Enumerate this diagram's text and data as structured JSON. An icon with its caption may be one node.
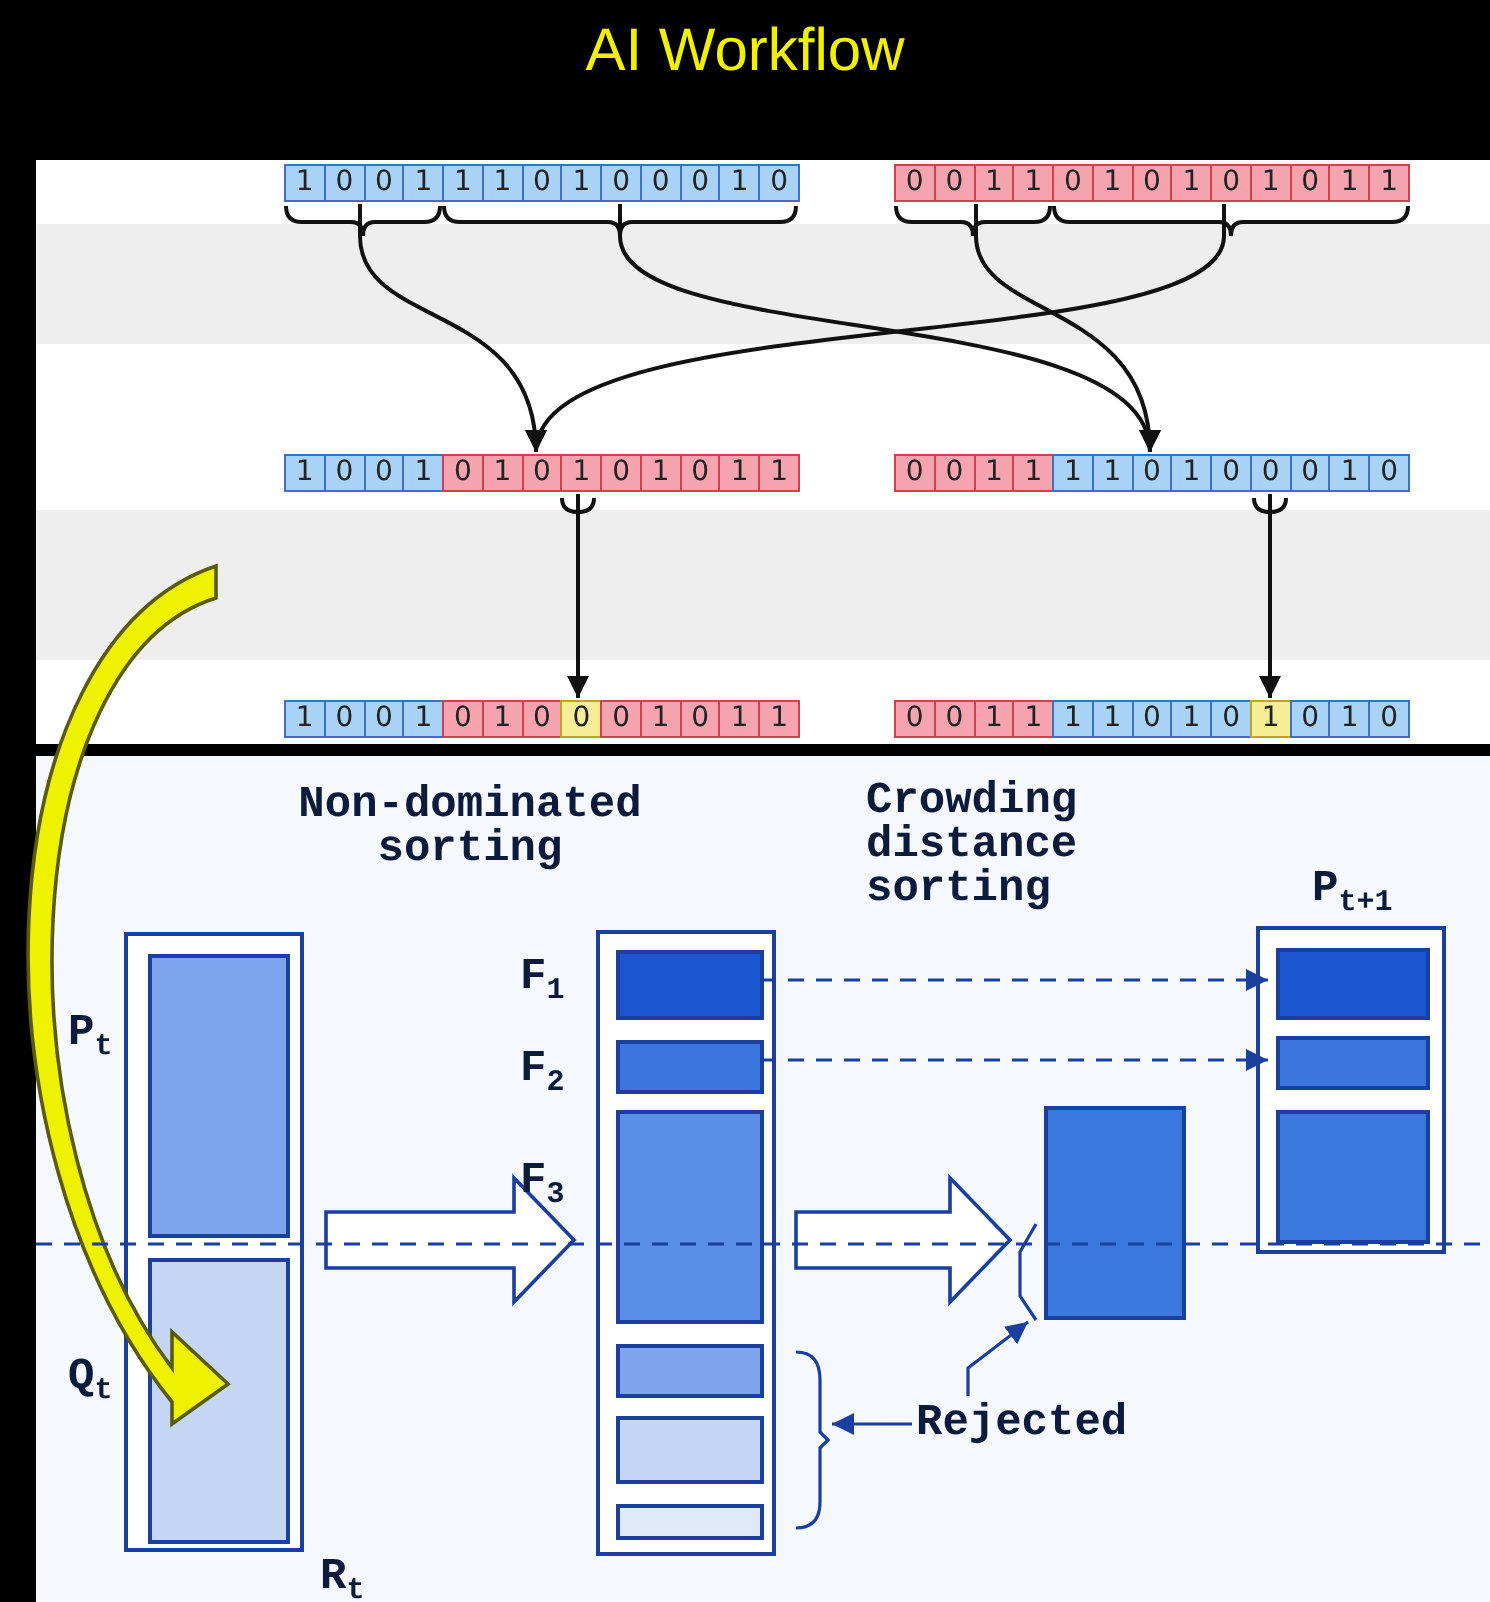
{
  "diagram": {
    "title": "AI Workflow",
    "nodes": [
      {
        "text": [
          "1 0 0 1 1 1 0 1 0 0 0 1 0"
        ]
      },
      {
        "text": [
          "0 0 1 1 0 1 0 1 0 1 0 1 1"
        ]
      },
      {
        "text": [
          "1 0 0 1 0 1 0 1 0 1 0 1 1"
        ]
      },
      {
        "text": [
          "0 0 1 1 1 1 0 1 0 0 0 1 0"
        ]
      },
      {
        "text": [
          "1 0 0 1 0 1 0 0 0 1 0 1 1"
        ]
      },
      {
        "text": [
          "0 0 1 1 1 1 0 1 0 1 0 1 0"
        ]
      },
      {
        "text": [],
        "shape": "box",
        "beside": [
          "R$_{t}$"
        ]
      },
      {
        "text": [],
        "shape": "box",
        "in": 6,
        "beside": [
          "P$_{t}$"
        ]
      },
      {
        "text": [],
        "shape": "box",
        "in": 6,
        "beside": [
          "Q$_{t}$"
        ]
      },
      {
        "text": [],
        "shape": "box"
      },
      {
        "text": [],
        "shape": "box",
        "in": 9,
        "beside": [
          "F$_{1}$"
        ]
      },
      {
        "text": [],
        "shape": "box",
        "in": 9,
        "beside": [
          "F$_{2}$"
        ]
      },
      {
        "text": [],
        "shape": "box",
        "in": 9,
        "beside": [
          "F$_{3}$"
        ]
      },
      {
        "text": [],
        "shape": "box",
        "in": 9
      },
      {
        "text": [],
        "shape": "box",
        "in": 9
      },
      {
        "text": [],
        "shape": "box",
        "in": 9
      },
      {
        "text": [],
        "shape": "box"
      },
      {
        "text": [],
        "shape": "box",
        "beside": [
          "P$_{t+1}$"
        ]
      },
      {
        "text": [],
        "shape": "box",
        "in": 17
      },
      {
        "text": [],
        "shape": "box",
        "in": 17
      },
      {
        "text": [],
        "shape": "box",
        "in": 17
      },
      {
        "text": [],
        "shape": "bracket"
      },
      {
        "text": [
          "Rejected"
        ]
      }
    ],
    "edges": [
      {
        "from": 0,
        "to": 2,
        "arrow": "to"
      },
      {
        "from": 1,
        "to": 2,
        "arrow": "to"
      },
      {
        "from": 0,
        "to": 3,
        "arrow": "to"
      },
      {
        "from": 1,
        "to": 3,
        "arrow": "to"
      },
      {
        "from": 2,
        "to": 4,
        "arrow": "to"
      },
      {
        "from": 3,
        "to": 5,
        "arrow": "to"
      },
      {
        "from": null,
        "to": 8,
        "arrow": "to",
        "style": "thick",
        "color": "#eef200"
      },
      {
        "from": 6,
        "to": 9,
        "arrow": "to",
        "style": "thick",
        "color": "#1b3f9e"
      },
      {
        "from": 9,
        "to": 16,
        "arrow": "to",
        "style": "thick",
        "color": "#1b3f9e"
      },
      {
        "from": 10,
        "to": 18,
        "arrow": "to",
        "style": "dashed",
        "color": "#1b3f9e"
      },
      {
        "from": 11,
        "to": 19,
        "arrow": "to",
        "style": "dashed",
        "color": "#1b3f9e"
      },
      {
        "from": 22,
        "to": 21,
        "arrow": "to",
        "color": "#1b3f9e"
      },
      {
        "from": 22,
        "to": 16,
        "arrow": "to",
        "color": "#1b3f9e"
      }
    ],
    "labels": [
      "Non-dominated sorting",
      "Crowding distance sorting"
    ]
  }
}
